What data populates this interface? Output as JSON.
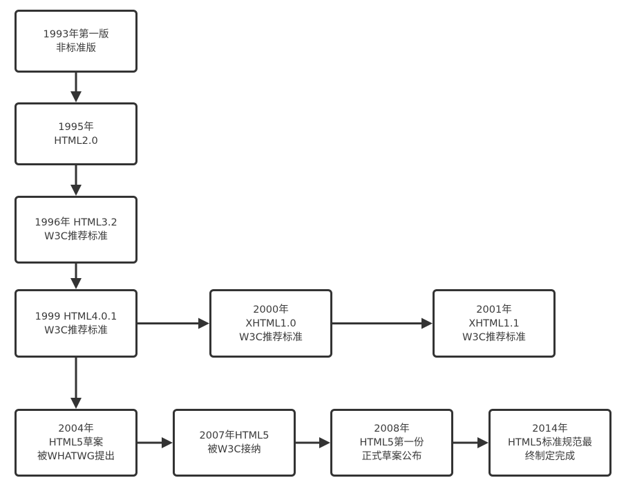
{
  "diagram": {
    "type": "flowchart",
    "title": "HTML发展历程",
    "nodes": [
      {
        "id": "n1993",
        "lines": [
          "1993年第一版",
          "非标准版"
        ]
      },
      {
        "id": "n1995",
        "lines": [
          "1995年",
          "HTML2.0"
        ]
      },
      {
        "id": "n1996",
        "lines": [
          "1996年 HTML3.2",
          "W3C推荐标准"
        ]
      },
      {
        "id": "n1999",
        "lines": [
          "1999 HTML4.0.1",
          "W3C推荐标准"
        ]
      },
      {
        "id": "n2000",
        "lines": [
          "2000年",
          "XHTML1.0",
          "W3C推荐标准"
        ]
      },
      {
        "id": "n2001",
        "lines": [
          "2001年",
          "XHTML1.1",
          "W3C推荐标准"
        ]
      },
      {
        "id": "n2004",
        "lines": [
          "2004年",
          "HTML5草案",
          "被WHATWG提出"
        ]
      },
      {
        "id": "n2007",
        "lines": [
          "2007年HTML5",
          "被W3C接纳"
        ]
      },
      {
        "id": "n2008",
        "lines": [
          "2008年",
          "HTML5第一份",
          "正式草案公布"
        ]
      },
      {
        "id": "n2014",
        "lines": [
          "2014年",
          "HTML5标准规范最",
          "终制定完成"
        ]
      }
    ],
    "edges": [
      {
        "from": "n1993",
        "to": "n1995"
      },
      {
        "from": "n1995",
        "to": "n1996"
      },
      {
        "from": "n1996",
        "to": "n1999"
      },
      {
        "from": "n1999",
        "to": "n2000"
      },
      {
        "from": "n2000",
        "to": "n2001"
      },
      {
        "from": "n1999",
        "to": "n2004"
      },
      {
        "from": "n2004",
        "to": "n2007"
      },
      {
        "from": "n2007",
        "to": "n2008"
      },
      {
        "from": "n2008",
        "to": "n2014"
      }
    ],
    "colors": {
      "stroke": "#333333",
      "text": "#3a3a3a",
      "fill": "#ffffff"
    }
  }
}
